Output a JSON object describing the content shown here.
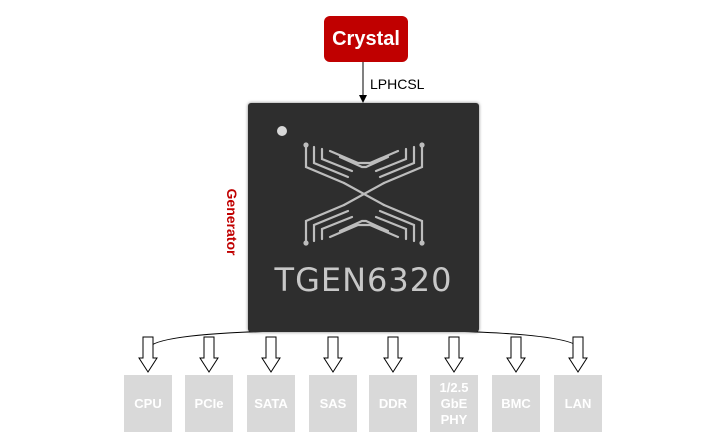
{
  "source": {
    "label": "Crystal",
    "color": "#c00000"
  },
  "link_label": "LPHCSL",
  "chip": {
    "side_label": "Generator",
    "name": "TGEN6320",
    "color": "#2e2e2e"
  },
  "outputs": [
    {
      "label": "CPU"
    },
    {
      "label": "PCIe"
    },
    {
      "label": "SATA"
    },
    {
      "label": "SAS"
    },
    {
      "label": "DDR"
    },
    {
      "label": "1/2.5\nGbE\nPHY"
    },
    {
      "label": "BMC"
    },
    {
      "label": "LAN"
    }
  ],
  "output_box_color": "#d9d9d9"
}
